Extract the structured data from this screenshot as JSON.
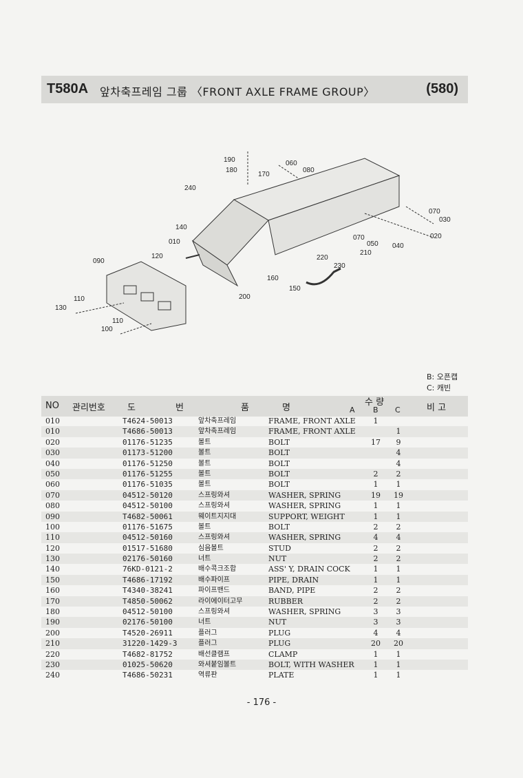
{
  "header": {
    "model": "T580A",
    "title": "앞차축프레임 그룹 〈FRONT AXLE FRAME GROUP〉",
    "page_code": "(580)"
  },
  "diagram": {
    "callouts": [
      "190",
      "180",
      "170",
      "060",
      "080",
      "240",
      "140",
      "010",
      "120",
      "090",
      "110",
      "130",
      "110",
      "100",
      "070",
      "030",
      "020",
      "070",
      "050",
      "040",
      "210",
      "220",
      "230",
      "160",
      "150",
      "200"
    ]
  },
  "legend": {
    "b": "B: 오픈캡",
    "c": "C: 캐빈"
  },
  "table_header": {
    "no": "NO",
    "mgmt": "관리번호",
    "draw1": "도",
    "draw2": "번",
    "item1": "품",
    "item2": "명",
    "qty": "수 량",
    "a": "A",
    "b": "B",
    "c": "C",
    "remark": "비 고"
  },
  "rows": [
    {
      "no": "010",
      "part": "T4624-50013",
      "kor": "앞차축프레임",
      "eng": "FRAME, FRONT AXLE",
      "b": "1",
      "c": ""
    },
    {
      "no": "010",
      "part": "T4686-50013",
      "kor": "앞차축프레임",
      "eng": "FRAME, FRONT AXLE",
      "b": "",
      "c": "1"
    },
    {
      "no": "020",
      "part": "01176-51235",
      "kor": "볼트",
      "eng": "BOLT",
      "b": "17",
      "c": "9"
    },
    {
      "no": "030",
      "part": "01173-51200",
      "kor": "볼트",
      "eng": "BOLT",
      "b": "",
      "c": "4"
    },
    {
      "no": "040",
      "part": "01176-51250",
      "kor": "볼트",
      "eng": "BOLT",
      "b": "",
      "c": "4"
    },
    {
      "no": "050",
      "part": "01176-51255",
      "kor": "볼트",
      "eng": "BOLT",
      "b": "2",
      "c": "2"
    },
    {
      "no": "060",
      "part": "01176-51035",
      "kor": "볼트",
      "eng": "BOLT",
      "b": "1",
      "c": "1"
    },
    {
      "no": "070",
      "part": "04512-50120",
      "kor": "스프링와셔",
      "eng": "WASHER, SPRING",
      "b": "19",
      "c": "19"
    },
    {
      "no": "080",
      "part": "04512-50100",
      "kor": "스프링와셔",
      "eng": "WASHER, SPRING",
      "b": "1",
      "c": "1"
    },
    {
      "no": "090",
      "part": "T4682-50061",
      "kor": "웨이트지지대",
      "eng": "SUPPORT, WEIGHT",
      "b": "1",
      "c": "1"
    },
    {
      "no": "100",
      "part": "01176-51675",
      "kor": "볼트",
      "eng": "BOLT",
      "b": "2",
      "c": "2"
    },
    {
      "no": "110",
      "part": "04512-50160",
      "kor": "스프링와셔",
      "eng": "WASHER, SPRING",
      "b": "4",
      "c": "4"
    },
    {
      "no": "120",
      "part": "01517-51680",
      "kor": "심음볼트",
      "eng": "STUD",
      "b": "2",
      "c": "2"
    },
    {
      "no": "130",
      "part": "02176-50160",
      "kor": "너트",
      "eng": "NUT",
      "b": "2",
      "c": "2"
    },
    {
      "no": "140",
      "part": "76KD-0121-2",
      "kor": "배수콕크조합",
      "eng": "ASS' Y, DRAIN COCK",
      "b": "1",
      "c": "1"
    },
    {
      "no": "150",
      "part": "T4686-17192",
      "kor": "배수파이프",
      "eng": "PIPE, DRAIN",
      "b": "1",
      "c": "1"
    },
    {
      "no": "160",
      "part": "T4340-38241",
      "kor": "파이프밴드",
      "eng": "BAND, PIPE",
      "b": "2",
      "c": "2"
    },
    {
      "no": "170",
      "part": "T4850-50062",
      "kor": "라이에이터고무",
      "eng": "RUBBER",
      "b": "2",
      "c": "2"
    },
    {
      "no": "180",
      "part": "04512-50100",
      "kor": "스프링와셔",
      "eng": "WASHER, SPRING",
      "b": "3",
      "c": "3"
    },
    {
      "no": "190",
      "part": "02176-50100",
      "kor": "너트",
      "eng": "NUT",
      "b": "3",
      "c": "3"
    },
    {
      "no": "200",
      "part": "T4520-26911",
      "kor": "플러그",
      "eng": "PLUG",
      "b": "4",
      "c": "4"
    },
    {
      "no": "210",
      "part": "31220-1429-3",
      "kor": "플러그",
      "eng": "PLUG",
      "b": "20",
      "c": "20"
    },
    {
      "no": "220",
      "part": "T4682-81752",
      "kor": "배선클램프",
      "eng": "CLAMP",
      "b": "1",
      "c": "1"
    },
    {
      "no": "230",
      "part": "01025-50620",
      "kor": "와셔붙임볼트",
      "eng": "BOLT, WITH WASHER",
      "b": "1",
      "c": "1"
    },
    {
      "no": "240",
      "part": "T4686-50231",
      "kor": "역류판",
      "eng": "PLATE",
      "b": "1",
      "c": "1"
    }
  ],
  "page_number": "- 176 -"
}
